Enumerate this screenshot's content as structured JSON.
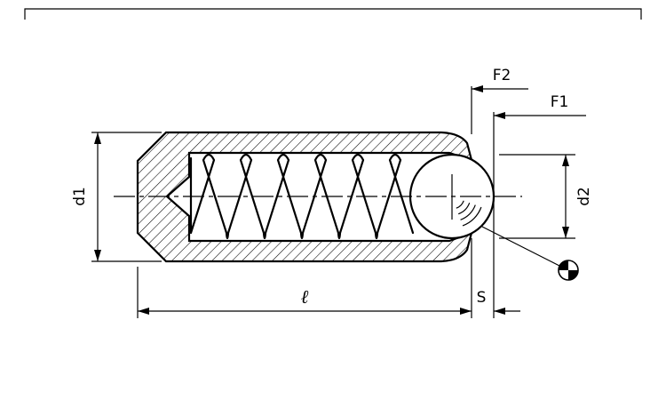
{
  "drawing": {
    "labels": {
      "d1": "d1",
      "d2": "d2",
      "length": "ℓ",
      "protrusion": "S",
      "force_extended": "F1",
      "force_flush": "F2"
    },
    "colors": {
      "line": "#000000",
      "background": "#ffffff"
    }
  }
}
